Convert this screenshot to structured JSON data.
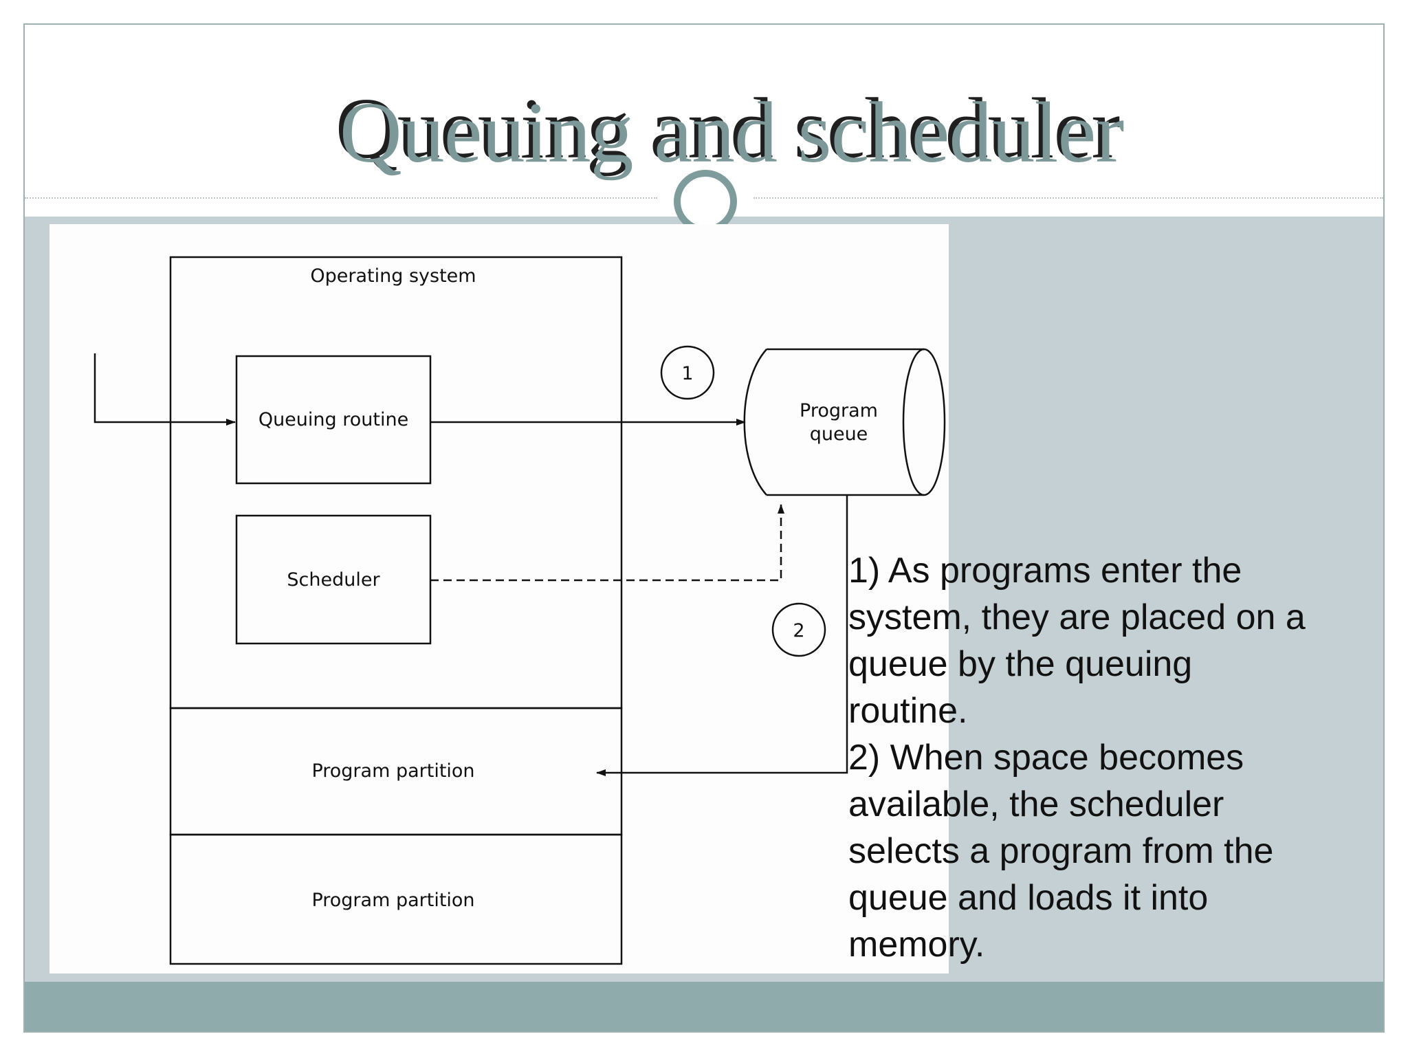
{
  "slide": {
    "title": "Queuing and scheduler"
  },
  "diagram": {
    "os_label": "Operating system",
    "queuing_routine_label": "Queuing routine",
    "scheduler_label": "Scheduler",
    "program_queue_label_line1": "Program",
    "program_queue_label_line2": "queue",
    "partition1_label": "Program partition",
    "partition2_label": "Program partition",
    "marker1": "1",
    "marker2": "2"
  },
  "description": {
    "lines": [
      "1) As programs enter the",
      "system, they are placed on a",
      "queue by the queuing",
      "routine.",
      "2) When space becomes",
      "available, the scheduler",
      "selects a program from the",
      "queue and loads it into",
      "memory."
    ]
  },
  "colors": {
    "title_fill": "#7c9898",
    "content_band": "#c5d0d4",
    "footer_band": "#8fabab",
    "accent_circle": "#7f9c9c"
  }
}
